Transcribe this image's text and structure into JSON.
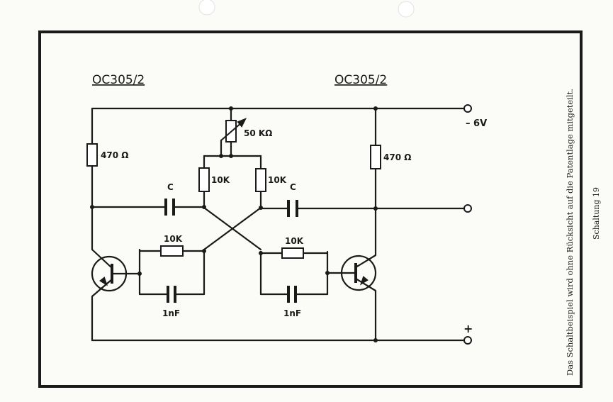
{
  "transistor_left": "OC305/2",
  "transistor_right": "OC305/2",
  "supply_minus": "– 6V",
  "supply_plus": "+",
  "pot_value": "50 KΩ",
  "r_collector_left": "470 Ω",
  "r_collector_right": "470 Ω",
  "r_base_left": "10K",
  "r_base_right": "10K",
  "cap_left": "C",
  "cap_right": "C",
  "r_feedback_left": "10K",
  "r_feedback_right": "10K",
  "cap_feedback_left": "1nF",
  "cap_feedback_right": "1nF",
  "caption_main": "Das Schaltbeispiel wird ohne Rücksicht auf die Patentlage mitgeteilt.",
  "caption_title": "Schaltung 19"
}
